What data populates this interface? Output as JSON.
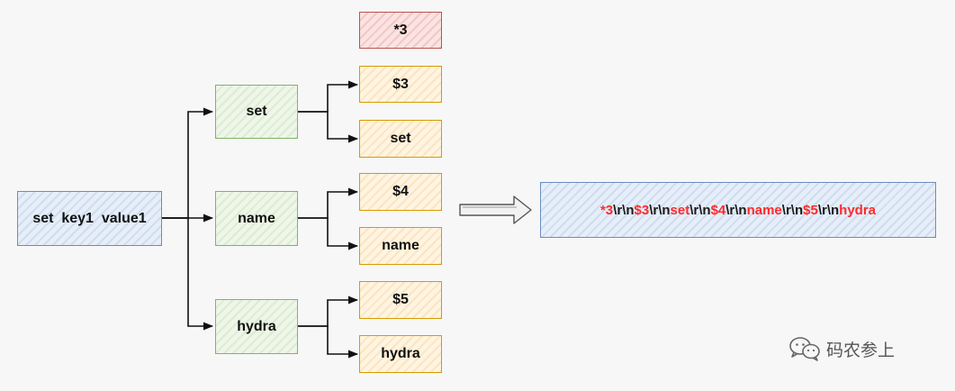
{
  "source": {
    "label": "set  key1  value1"
  },
  "level1": [
    {
      "label": "set"
    },
    {
      "label": "name"
    },
    {
      "label": "hydra"
    }
  ],
  "header": {
    "label": "*3"
  },
  "level2": [
    {
      "label": "$3"
    },
    {
      "label": "set"
    },
    {
      "label": "$4"
    },
    {
      "label": "name"
    },
    {
      "label": "$5"
    },
    {
      "label": "hydra"
    }
  ],
  "result": {
    "segments": [
      {
        "text": "*3",
        "highlight": true
      },
      {
        "text": "\\r\\n",
        "highlight": false
      },
      {
        "text": "$3",
        "highlight": true
      },
      {
        "text": "\\r\\n",
        "highlight": false
      },
      {
        "text": "set",
        "highlight": true
      },
      {
        "text": "\\r\\n",
        "highlight": false
      },
      {
        "text": "$4",
        "highlight": true
      },
      {
        "text": "\\r\\n",
        "highlight": false
      },
      {
        "text": "name",
        "highlight": true
      },
      {
        "text": "\\r\\n",
        "highlight": false
      },
      {
        "text": "$5",
        "highlight": true
      },
      {
        "text": "\\r\\n",
        "highlight": false
      },
      {
        "text": "hydra",
        "highlight": true
      }
    ]
  },
  "watermark": {
    "text": "码农参上",
    "icon": "wechat-icon"
  },
  "colors": {
    "highlight": "#ff2a2a",
    "green_border": "#82b366",
    "orange_border": "#d79b00",
    "red_border": "#b85450",
    "blue_border": "#6c8ebf"
  }
}
